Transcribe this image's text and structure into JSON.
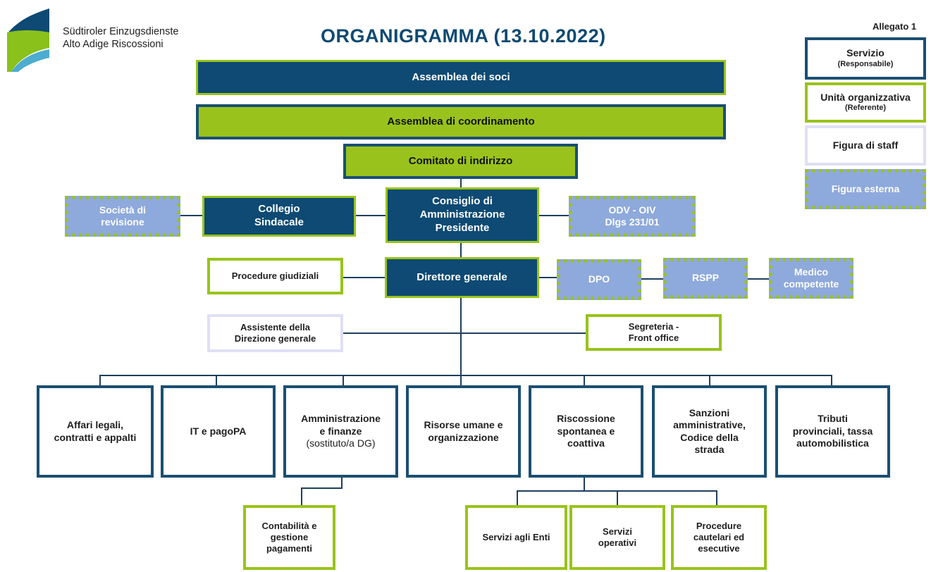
{
  "header": {
    "logo_line1": "Südtiroler Einzugsdienste",
    "logo_line2": "Alto Adige Riscossioni",
    "title": "ORGANIGRAMMA (13.10.2022)",
    "allegato": "Allegato 1"
  },
  "legend": {
    "servizio": "Servizio",
    "servizio_sub": "(Responsabile)",
    "unita": "Unità organizzativa",
    "unita_sub": "(Referente)",
    "staff": "Figura di staff",
    "esterna": "Figura esterna"
  },
  "top": {
    "assemblea_soci": "Assemblea dei soci",
    "assemblea_coordinamento": "Assemblea di coordinamento",
    "comitato": "Comitato di indirizzo",
    "consiglio": "Consiglio di\nAmministrazione\nPresidente",
    "collegio": "Collegio\nSindacale",
    "societa_revisione": "Società di\nrevisione",
    "odv": "ODV - OIV\nDlgs 231/01"
  },
  "direzione": {
    "direttore": "Direttore generale",
    "procedure_giudiziali": "Procedure giudiziali",
    "dpo": "DPO",
    "rspp": "RSPP",
    "medico": "Medico\ncompetente",
    "assistente": "Assistente della\nDirezione generale",
    "segreteria": "Segreteria -\nFront office"
  },
  "servizi": {
    "affari_legali": "Affari legali,\ncontratti e appalti",
    "it": "IT e pagoPA",
    "amministrazione": "Amministrazione\ne finanze",
    "amministrazione_sub": "(sostituto/a DG)",
    "risorse": "Risorse umane e\norganizzazione",
    "riscossione": "Riscossione\nspontanea e\ncoattiva",
    "sanzioni": "Sanzioni\namministrative,\nCodice della\nstrada",
    "tributi": "Tributi\nprovinciali, tassa\nautomobilistica"
  },
  "unita": {
    "contabilita": "Contabilità e\ngestione\npagamenti",
    "servizi_enti": "Servizi agli Enti",
    "servizi_operativi": "Servizi\noperativi",
    "procedure_cautelari": "Procedure\ncautelari ed\nesecutive"
  },
  "colors": {
    "dark_blue": "#0e4a73",
    "green": "#99c31c",
    "light_blue": "#8ea9db",
    "staff_border": "#dfe0f5"
  }
}
